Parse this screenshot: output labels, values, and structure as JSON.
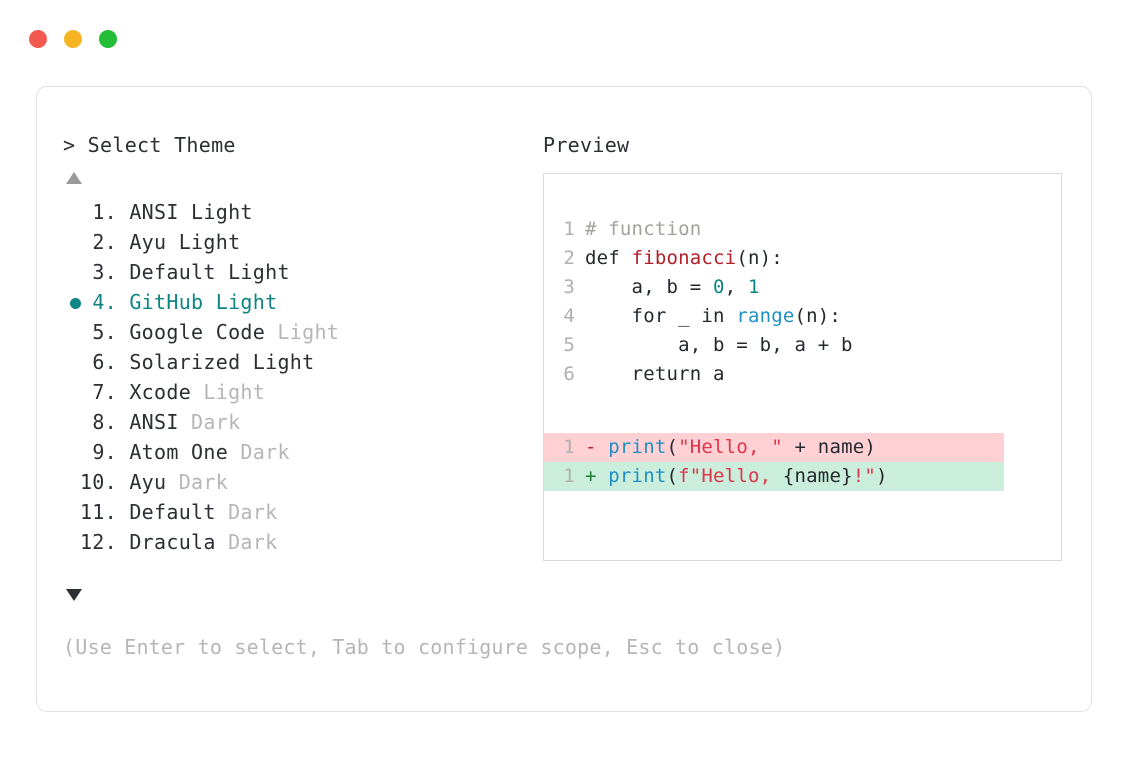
{
  "window": {
    "dots": [
      {
        "name": "close",
        "color": "#f4594f"
      },
      {
        "name": "minimize",
        "color": "#f6b423"
      },
      {
        "name": "maximize",
        "color": "#24bd37"
      }
    ]
  },
  "selector": {
    "prompt": "> Select Theme",
    "scroll_up_indicator": "▲",
    "scroll_down_indicator": "▼",
    "selected_index": 4,
    "items": [
      {
        "index": "1.",
        "name": "ANSI",
        "suffix": " Light",
        "suffix_dim": false
      },
      {
        "index": "2.",
        "name": "Ayu",
        "suffix": " Light",
        "suffix_dim": false
      },
      {
        "index": "3.",
        "name": "Default",
        "suffix": " Light",
        "suffix_dim": false
      },
      {
        "index": "4.",
        "name": "GitHub",
        "suffix": " Light",
        "suffix_dim": false
      },
      {
        "index": "5.",
        "name": "Google Code",
        "suffix": " Light",
        "suffix_dim": true
      },
      {
        "index": "6.",
        "name": "Solarized",
        "suffix": " Light",
        "suffix_dim": false
      },
      {
        "index": "7.",
        "name": "Xcode",
        "suffix": " Light",
        "suffix_dim": true
      },
      {
        "index": "8.",
        "name": "ANSI",
        "suffix": " Dark",
        "suffix_dim": true
      },
      {
        "index": "9.",
        "name": "Atom One",
        "suffix": " Dark",
        "suffix_dim": true
      },
      {
        "index": "10.",
        "name": "Ayu",
        "suffix": " Dark",
        "suffix_dim": true
      },
      {
        "index": "11.",
        "name": "Default",
        "suffix": " Dark",
        "suffix_dim": true
      },
      {
        "index": "12.",
        "name": "Dracula",
        "suffix": " Dark",
        "suffix_dim": true
      }
    ],
    "hint": "(Use Enter to select, Tab to configure scope, Esc to close)"
  },
  "preview": {
    "label": "Preview",
    "code_lines": [
      {
        "gutter": "1",
        "tokens": [
          {
            "t": "# function",
            "c": "comment"
          }
        ]
      },
      {
        "gutter": "2",
        "tokens": [
          {
            "t": "def ",
            "c": "keyword"
          },
          {
            "t": "fibonacci",
            "c": "func"
          },
          {
            "t": "(n):",
            "c": "plain"
          }
        ]
      },
      {
        "gutter": "3",
        "tokens": [
          {
            "t": "    a, b = ",
            "c": "plain"
          },
          {
            "t": "0",
            "c": "number"
          },
          {
            "t": ", ",
            "c": "plain"
          },
          {
            "t": "1",
            "c": "number"
          }
        ]
      },
      {
        "gutter": "4",
        "tokens": [
          {
            "t": "    for _ in ",
            "c": "plain"
          },
          {
            "t": "range",
            "c": "builtin"
          },
          {
            "t": "(n):",
            "c": "plain"
          }
        ]
      },
      {
        "gutter": "5",
        "tokens": [
          {
            "t": "        a, b = b, a + b",
            "c": "plain"
          }
        ]
      },
      {
        "gutter": "6",
        "tokens": [
          {
            "t": "    return a",
            "c": "plain"
          }
        ]
      }
    ],
    "diff_lines": [
      {
        "kind": "del",
        "gutter": "1",
        "marker": "-",
        "tokens": [
          {
            "t": "print",
            "c": "builtin"
          },
          {
            "t": "(",
            "c": "plain"
          },
          {
            "t": "\"Hello, \"",
            "c": "string"
          },
          {
            "t": " + name)",
            "c": "plain"
          }
        ]
      },
      {
        "kind": "add",
        "gutter": "1",
        "marker": "+",
        "tokens": [
          {
            "t": "print",
            "c": "builtin"
          },
          {
            "t": "(",
            "c": "plain"
          },
          {
            "t": "f\"Hello, ",
            "c": "string"
          },
          {
            "t": "{name}",
            "c": "plain"
          },
          {
            "t": "!\"",
            "c": "string"
          },
          {
            "t": ")",
            "c": "plain"
          }
        ]
      }
    ]
  },
  "colors": {
    "accent_teal": "#0e8584",
    "dim_text": "#b6b6b6",
    "body_text": "#2c2f33",
    "diff_del_bg": "#ffd0d4",
    "diff_add_bg": "#caeedb"
  }
}
